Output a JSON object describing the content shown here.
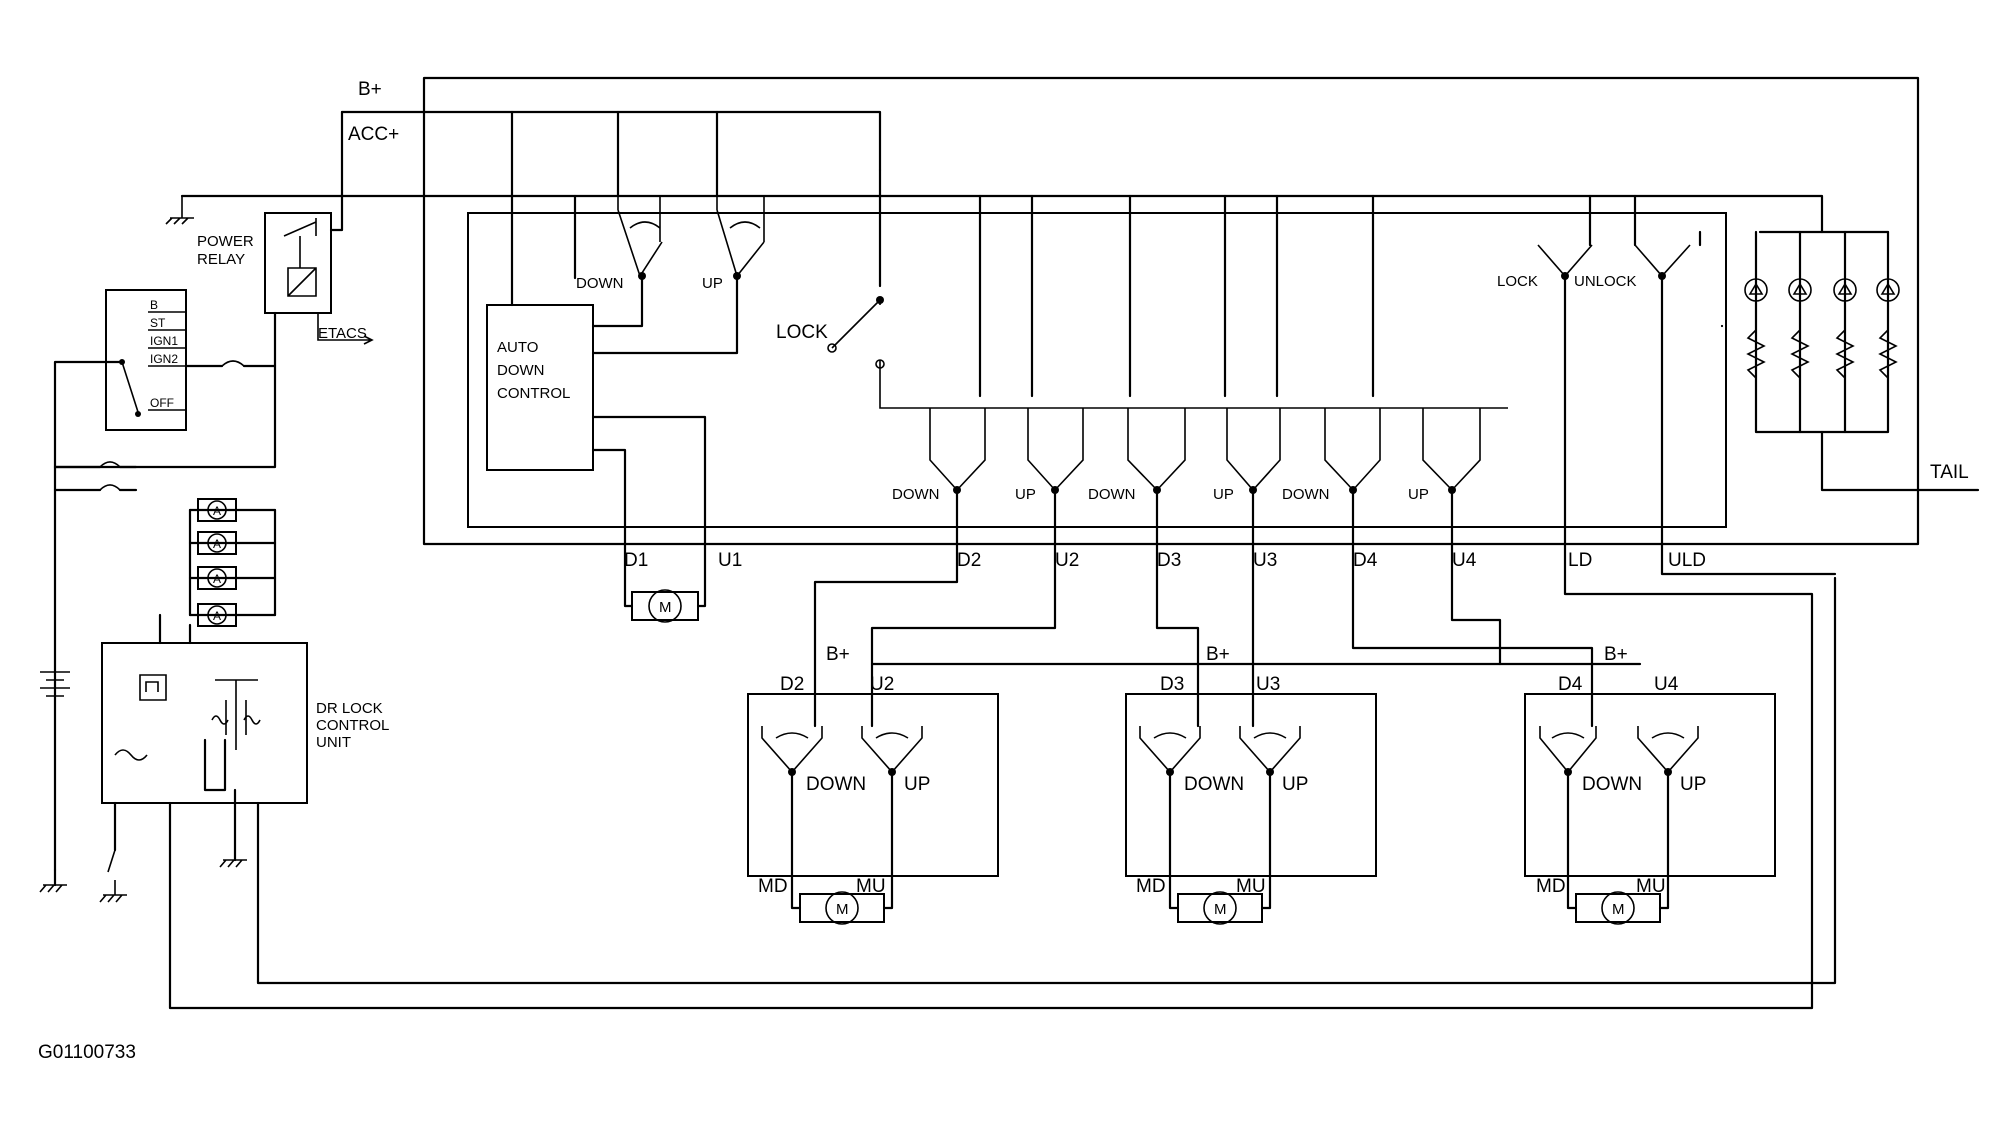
{
  "diagram_id": "G01100733",
  "rails": {
    "bplus": "B+",
    "acc": "ACC+"
  },
  "power_relay": {
    "line1": "POWER",
    "line2": "RELAY"
  },
  "etacs": "ETACS",
  "ignition_switch": {
    "b": "B",
    "st": "ST",
    "ig1": "IGN1",
    "ig2": "IGN2",
    "off": "OFF"
  },
  "auto_down": {
    "line1": "AUTO",
    "line2": "DOWN",
    "line3": "CONTROL"
  },
  "switch_labels": {
    "down": "DOWN",
    "up": "UP",
    "lock": "LOCK",
    "unlock": "UNLOCK"
  },
  "master_lock": "LOCK",
  "motor": "M",
  "actuator": "A",
  "dr_lock": {
    "line1": "DR LOCK",
    "line2": "CONTROL",
    "line3": "UNIT"
  },
  "tail": "TAIL",
  "wires": {
    "d1": "D1",
    "u1": "U1",
    "d2": "D2",
    "u2": "U2",
    "d3": "D3",
    "u3": "U3",
    "d4": "D4",
    "u4": "U4",
    "ld": "LD",
    "uld": "ULD",
    "md": "MD",
    "mu": "MU"
  }
}
